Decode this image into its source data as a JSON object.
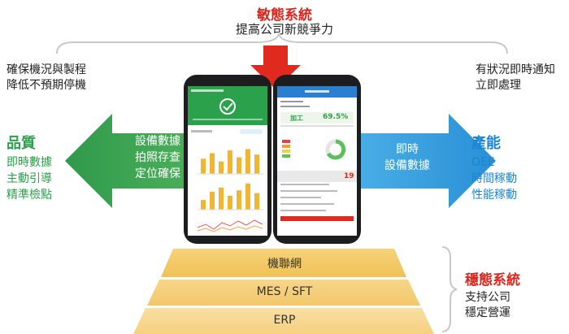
{
  "top": {
    "title": "敏態系統",
    "subtitle": "提高公司新競爭力"
  },
  "left_note": {
    "line1": "確保機況與製程",
    "line2": "降低不預期停機"
  },
  "right_note": {
    "line1": "有狀況即時通知",
    "line2": "立即處理"
  },
  "quality": {
    "title": "品質",
    "items": [
      "即時數據",
      "主動引導",
      "精準檢點"
    ]
  },
  "capacity": {
    "title": "產能",
    "items": [
      "OEE",
      "時間稼動",
      "性能稼動"
    ]
  },
  "left_arrow": {
    "lines": [
      "設備數據",
      "拍照存查",
      "定位確保"
    ]
  },
  "right_arrow": {
    "lines": [
      "即時",
      "設備數據"
    ]
  },
  "pyramid": {
    "levels": [
      "機聯網",
      "MES / SFT",
      "ERP"
    ]
  },
  "stable": {
    "title": "穩態系統",
    "lines": [
      "支持公司",
      "穩定營運"
    ]
  },
  "right_phone": {
    "percent_left": "加工",
    "percent_right": "69.5%",
    "alert_count": "19"
  },
  "colors": {
    "red": "#d9251c",
    "green": "#2aa14a",
    "blue": "#1a86d3",
    "pyramid_top": "#f3c85a",
    "pyramid_bottom": "#f8dfa3"
  },
  "chart_bars_left_phone": [
    [
      0.55,
      0.75,
      0.45,
      0.85,
      0.6,
      0.9,
      0.7
    ],
    [
      0.35,
      0.65,
      0.8,
      0.5,
      0.7,
      0.95,
      0.6
    ]
  ]
}
